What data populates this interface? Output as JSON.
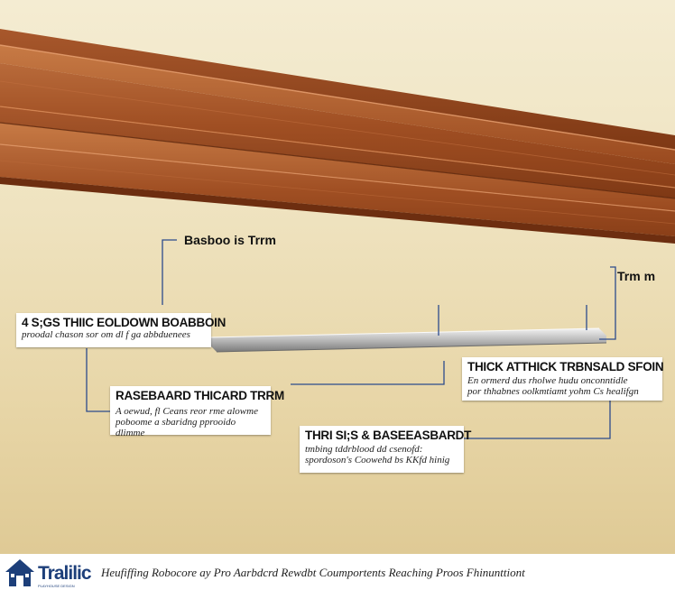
{
  "labels": {
    "baseboard_trim": "Basboo is Trrm",
    "trim": "Trm m"
  },
  "callouts": [
    {
      "id": "thin-baseboard-top",
      "title": "4 S;GS THIIC  EOLDOWN BOABBOIN",
      "subtitle": "proodal  chason sor om dl f ga abbduenees"
    },
    {
      "id": "baseboard-thicard",
      "title": "RASEBAARD THICARD TRRM",
      "subtitle": "A oewud, fl Ceans reor rme alowme\npoboome a  sbaridng pprooido dlimme"
    },
    {
      "id": "thick-atthick",
      "title": "THICK ATTHICK  TRBNSALD SFOIN",
      "subtitle": "En  ormerd dus rholwe hudu onconntidle\npor  thhabnes oolkmtiamt yohm  Cs healifgn"
    },
    {
      "id": "thin-baseeasbard",
      "title": "THRI SI;S & BASEEASBARDT",
      "subtitle": "tmbing  tddrblood dd csenofd:\nspordoson's  Coowehd bs KKfd hinig"
    }
  ],
  "footer": {
    "logo_text": "Tralilic",
    "logo_subtext": "PLAYHOUSE DESIGN",
    "caption": "Heufiffing Robocore ay Pro Aarbdcrd Rewdbt Coumportents Reaching Proos Fhinunttiont"
  },
  "colors": {
    "wall": "#efe3c0",
    "wood": "#a5542a",
    "leader": "#2c4b8c",
    "logo": "#1d3f7a"
  }
}
